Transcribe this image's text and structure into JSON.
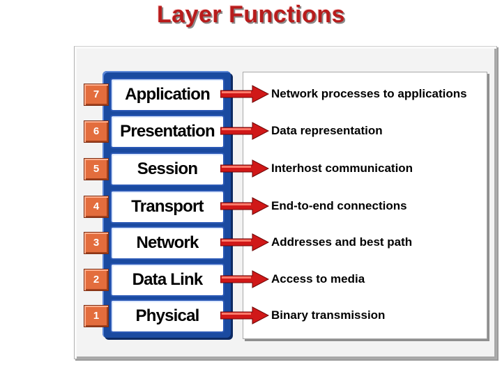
{
  "title": "Layer Functions",
  "layers": [
    {
      "num": "7",
      "name": "Application",
      "function": "Network processes to applications"
    },
    {
      "num": "6",
      "name": "Presentation",
      "function": "Data representation"
    },
    {
      "num": "5",
      "name": "Session",
      "function": "Interhost communication"
    },
    {
      "num": "4",
      "name": "Transport",
      "function": "End-to-end connections"
    },
    {
      "num": "3",
      "name": "Network",
      "function": "Addresses and best path"
    },
    {
      "num": "2",
      "name": "Data Link",
      "function": "Access to media"
    },
    {
      "num": "1",
      "name": "Physical",
      "function": "Binary transmission"
    }
  ],
  "colors": {
    "title": "#b71c1c",
    "layer_column": "#1a4aa0",
    "number_box": "#e36d3d",
    "arrow": "#d01818"
  }
}
